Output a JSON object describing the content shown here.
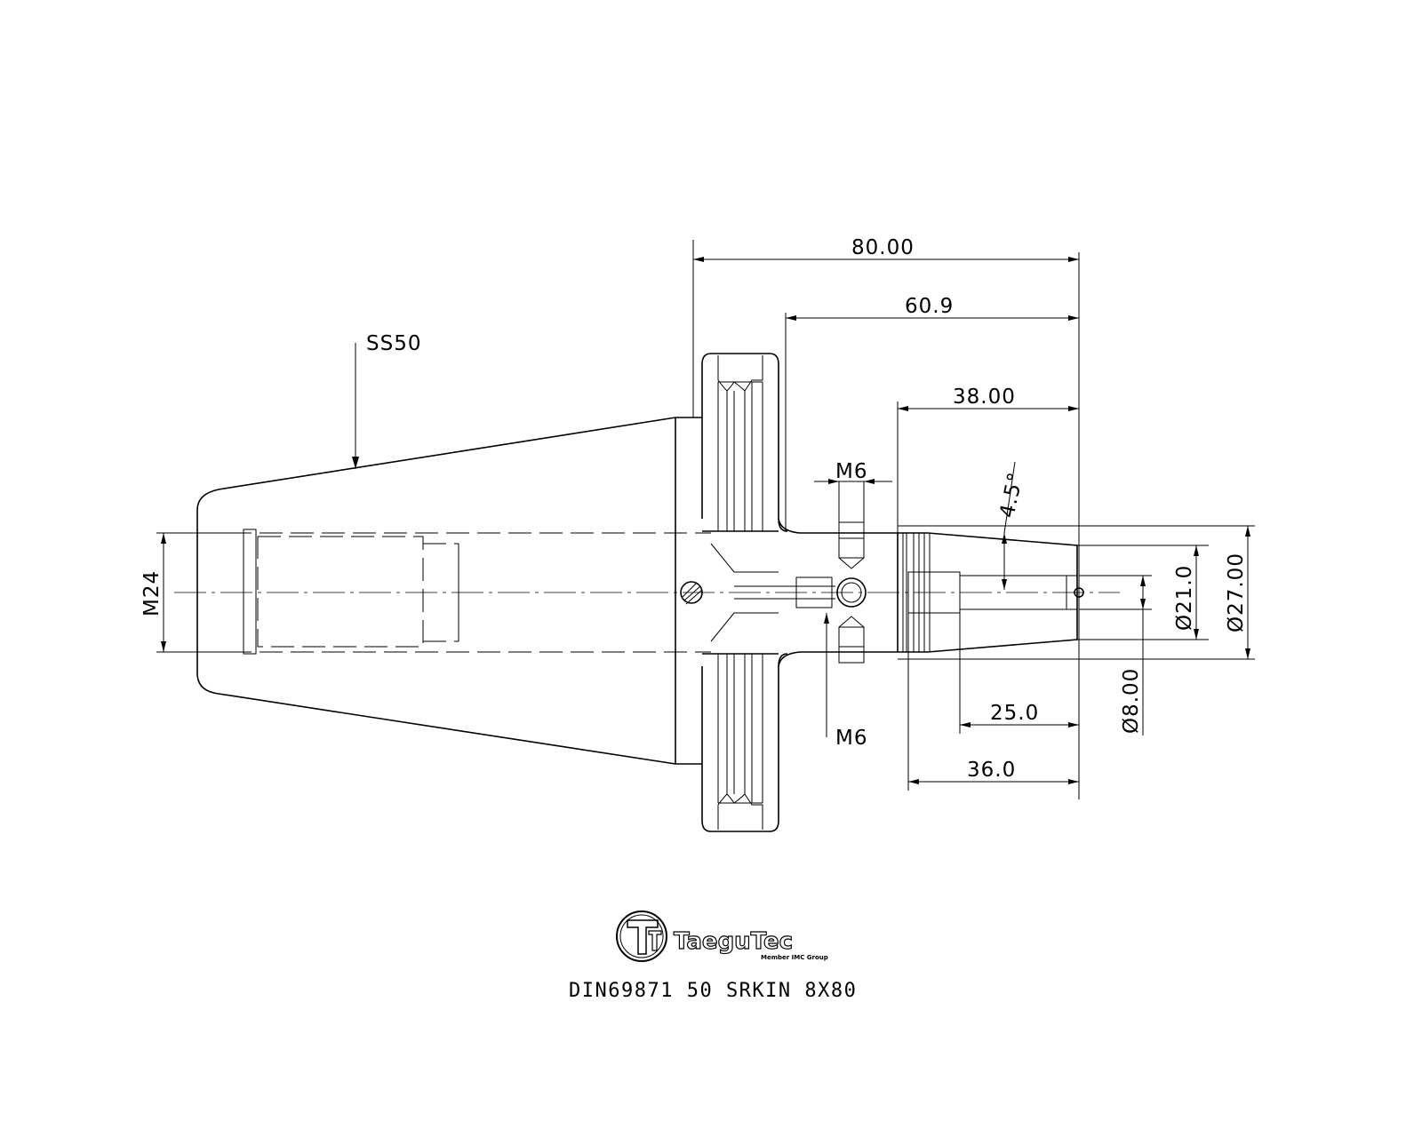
{
  "dimensions": {
    "overall_length": "80.00",
    "flange_to_nose": "60.9",
    "nose_length": "38.00",
    "threaded_hole_top": "M6",
    "threaded_hole_bottom": "M6",
    "taper_angle": "4.5°",
    "pull_stud_thread": "M24",
    "taper_size": "SS50",
    "diameter_inner": "Ø21.0",
    "diameter_outer": "Ø27.00",
    "bore_diameter": "Ø8.00",
    "bore_depth": "25.0",
    "body_length": "36.0"
  },
  "logo": {
    "name": "TaeguTec",
    "tagline": "Member IMC Group"
  },
  "caption": "DIN69871 50 SRKIN 8X80"
}
